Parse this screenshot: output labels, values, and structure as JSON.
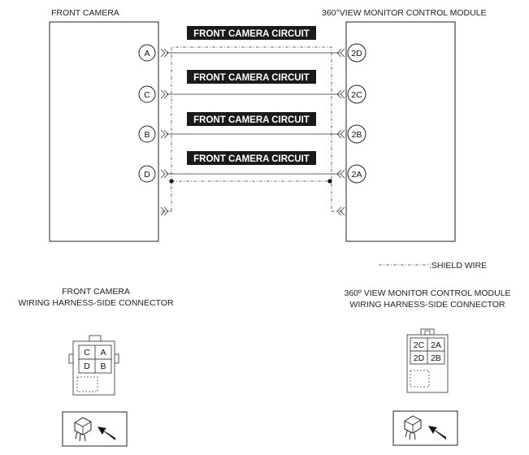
{
  "front_camera": {
    "title": "FRONT CAMERA",
    "pins": [
      "A",
      "C",
      "B",
      "D"
    ]
  },
  "control_module": {
    "title": "360°VIEW MONITOR CONTROL MODULE",
    "pins": [
      "2D",
      "2C",
      "2B",
      "2A"
    ]
  },
  "circuits": [
    "FRONT CAMERA CIRCUIT",
    "FRONT CAMERA CIRCUIT",
    "FRONT CAMERA CIRCUIT",
    "FRONT CAMERA CIRCUIT"
  ],
  "legend": {
    "shield_wire": ":SHIELD WIRE"
  },
  "front_connector": {
    "title_line1": "FRONT CAMERA",
    "title_line2": "WIRING HARNESS-SIDE CONNECTOR",
    "cells": [
      "C",
      "A",
      "D",
      "B"
    ]
  },
  "module_connector": {
    "title_line1": "360º VIEW MONITOR CONTROL MODULE",
    "title_line2": "WIRING HARNESS-SIDE CONNECTOR",
    "cells": [
      "2C",
      "2A",
      "2D",
      "2B"
    ]
  },
  "colors": {
    "label_bg": "#1a1a1a",
    "label_text": "#ffffff",
    "line": "#333333"
  },
  "icons": [
    "connector-view-icon",
    "connector-view-icon"
  ]
}
